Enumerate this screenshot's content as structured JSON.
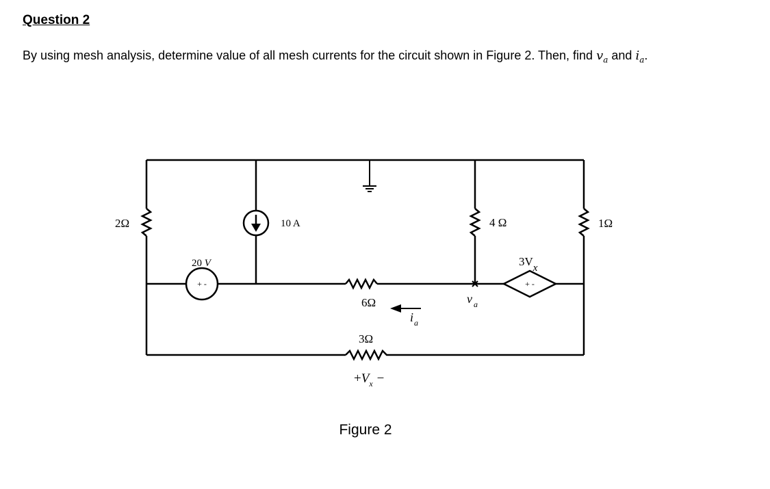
{
  "question": {
    "heading": "Question 2",
    "text_before": "By using mesh analysis, determine value of all mesh currents for the circuit shown in Figure 2. Then, find ",
    "var_v": "v",
    "var_v_sub": "a",
    "text_mid": " and ",
    "var_i": "i",
    "var_i_sub": "a",
    "text_end": "."
  },
  "circuit": {
    "r_left": "2Ω",
    "r_mid_right": "4 Ω",
    "r_right": "1Ω",
    "r_middle": "6Ω",
    "r_bottom": "3Ω",
    "current_source": "10 A",
    "voltage_source_value": "20",
    "voltage_source_unit": "V",
    "voltage_source_polarity": "+ -",
    "dep_source_coef": "3V",
    "dep_source_sub": "x",
    "dep_source_polarity": "+ -",
    "node_label": "v",
    "node_label_sub": "a",
    "current_label": "i",
    "current_label_sub": "a",
    "vx_plus": "+",
    "vx_var": "V",
    "vx_sub": "x",
    "vx_minus": "−"
  },
  "figure_caption": "Figure 2"
}
